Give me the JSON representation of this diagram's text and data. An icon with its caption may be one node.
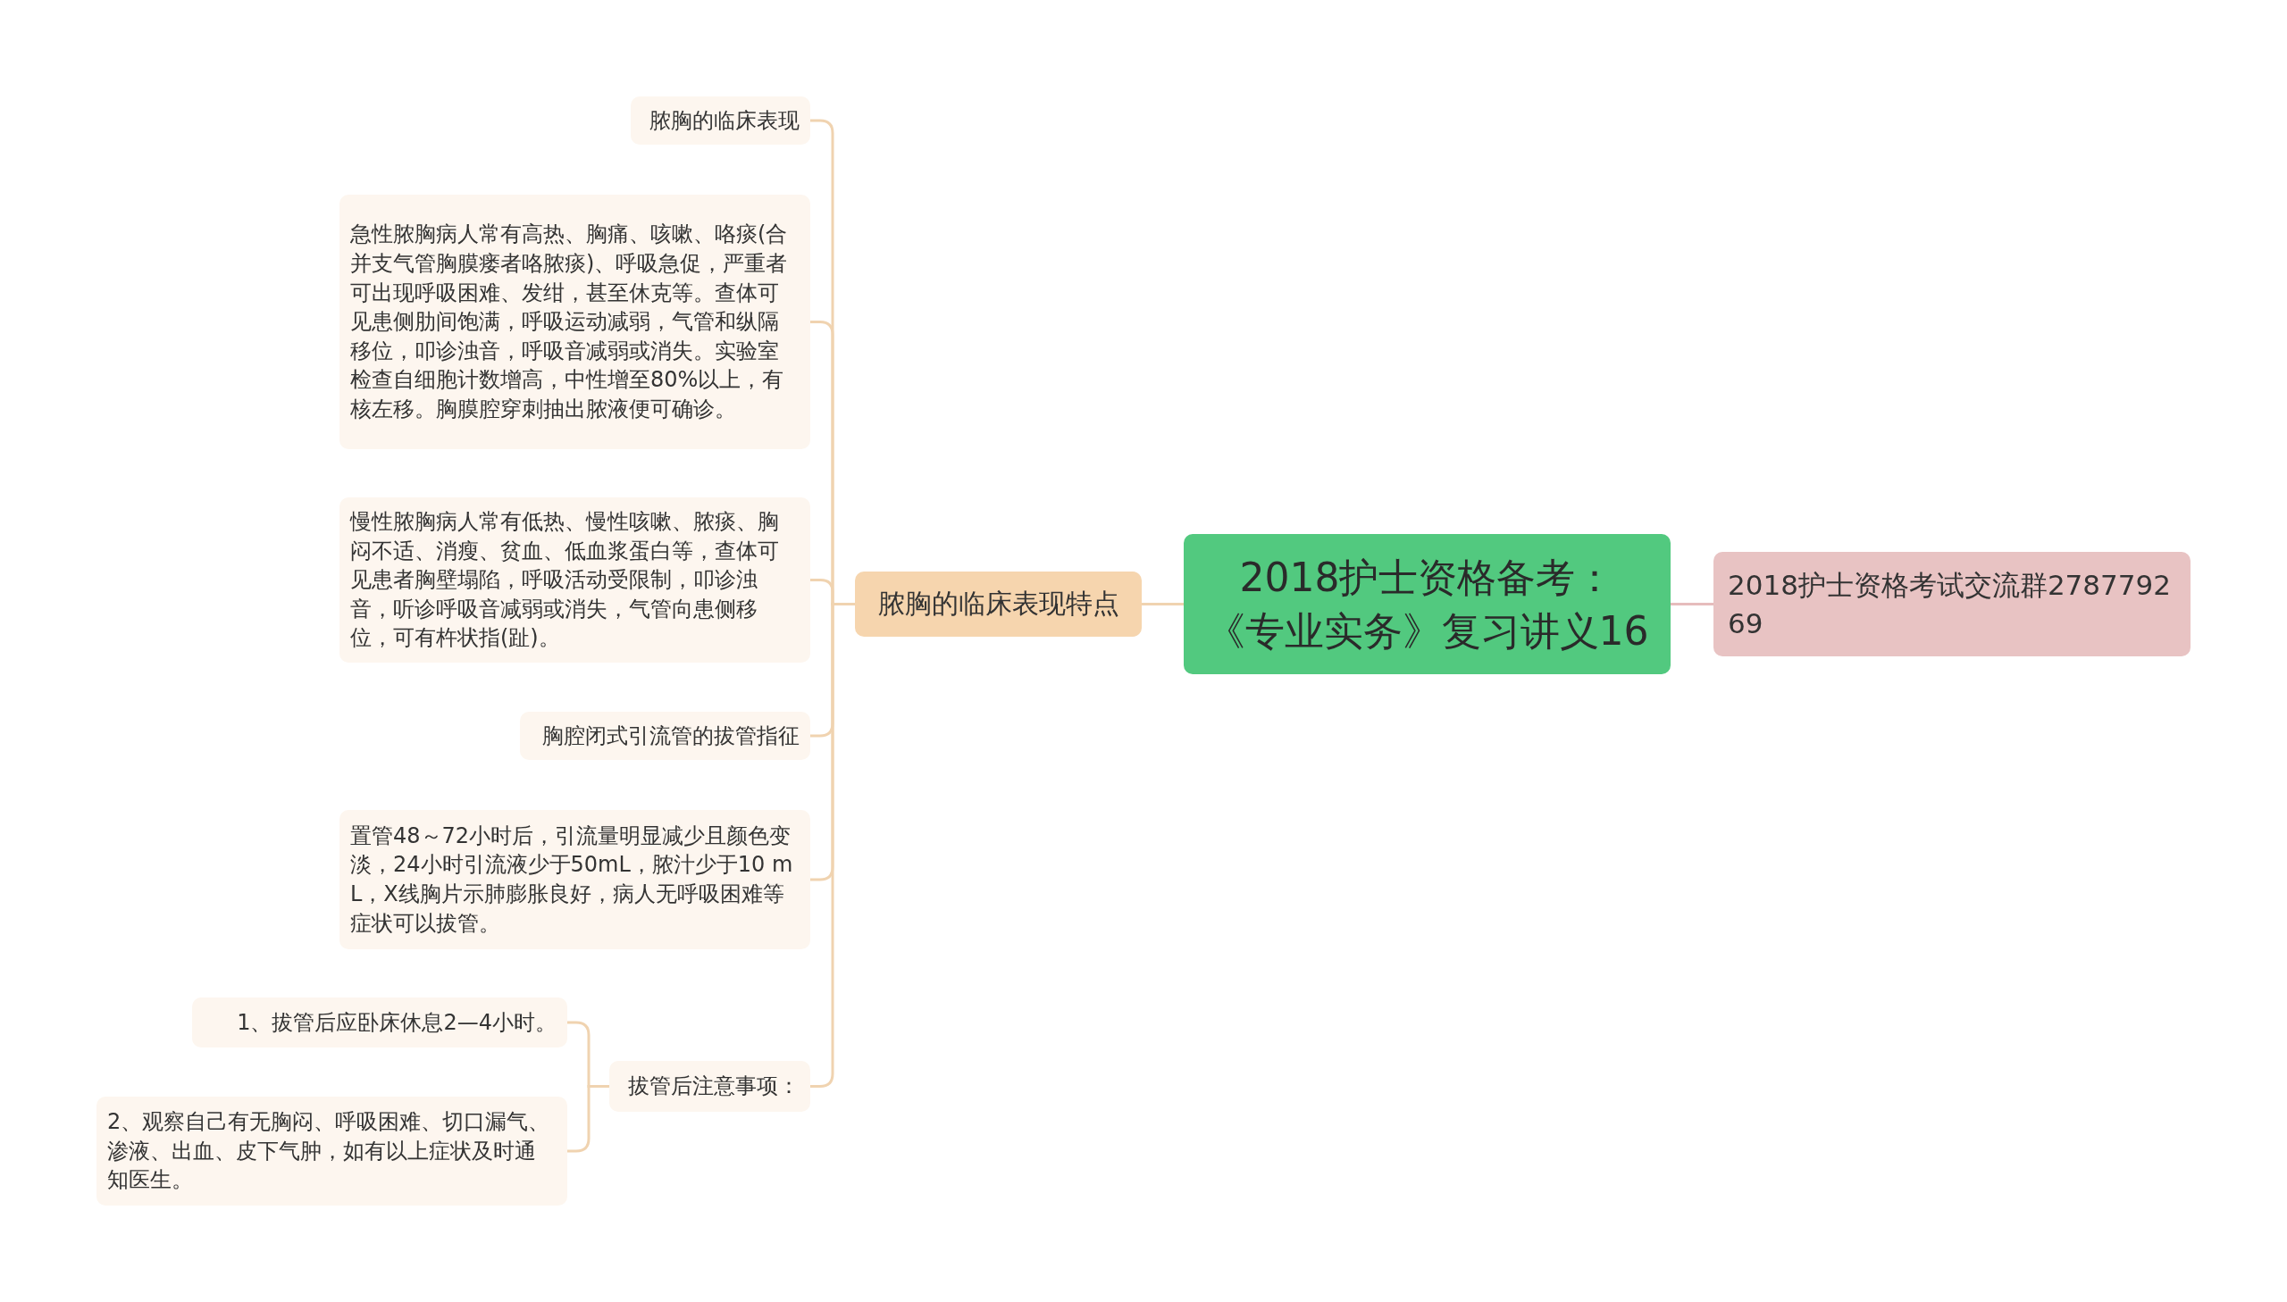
{
  "diagram": {
    "nodes": [
      {
        "text": [
          "2018护士资格备考：《专业实务》复习讲义16"
        ]
      },
      {
        "text": [
          "2018护士资格考试交流群278779269"
        ]
      },
      {
        "text": [
          "脓胸的临床表现特点"
        ]
      },
      {
        "text": [
          "脓胸的临床表现"
        ]
      },
      {
        "text": [
          "急性脓胸病人常有高热、胸痛、咳嗽、咯痰(合并支气管胸膜瘘者咯脓痰)、呼吸急促，严重者可出现呼吸困难、发绀，甚至休克等。查体可见患侧肋间饱满，呼吸运动减弱，气管和纵隔移位，叩诊浊音，呼吸音减弱或消失。实验室检查自细胞计数增高，中性增至80%以上，有核左移。胸膜腔穿刺抽出脓液便可确诊。"
        ]
      },
      {
        "text": [
          "慢性脓胸病人常有低热、慢性咳嗽、脓痰、胸闷不适、消瘦、贫血、低血浆蛋白等，查体可见患者胸壁塌陷，呼吸活动受限制，叩诊浊音，听诊呼吸音减弱或消失，气管向患侧移位，可有杵状指(趾)。"
        ]
      },
      {
        "text": [
          "胸腔闭式引流管的拔管指征"
        ]
      },
      {
        "text": [
          "置管48～72小时后，引流量明显减少且颜色变淡，24小时引流液少于50mL，脓汁少于10 mL，X线胸片示肺膨胀良好，病人无呼吸困难等症状可以拔管。"
        ]
      },
      {
        "text": [
          "拔管后注意事项："
        ]
      },
      {
        "text": [
          "1、拔管后应卧床休息2—4小时。"
        ]
      },
      {
        "text": [
          "2、观察自己有无胸闷、呼吸困难、切口漏气、渗液、出血、皮下气肿，如有以上症状及时通知医生。"
        ]
      }
    ],
    "edges": [
      {
        "from": 0,
        "to": 1,
        "arrow": "none",
        "color": "#e6bcbc"
      },
      {
        "from": 0,
        "to": 2,
        "arrow": "none"
      },
      {
        "from": 2,
        "to": 3,
        "arrow": "none"
      },
      {
        "from": 2,
        "to": 4,
        "arrow": "none"
      },
      {
        "from": 2,
        "to": 5,
        "arrow": "none"
      },
      {
        "from": 2,
        "to": 6,
        "arrow": "none"
      },
      {
        "from": 2,
        "to": 7,
        "arrow": "none"
      },
      {
        "from": 2,
        "to": 8,
        "arrow": "none"
      },
      {
        "from": 8,
        "to": 9,
        "arrow": "none"
      },
      {
        "from": 8,
        "to": 10,
        "arrow": "none"
      }
    ]
  }
}
